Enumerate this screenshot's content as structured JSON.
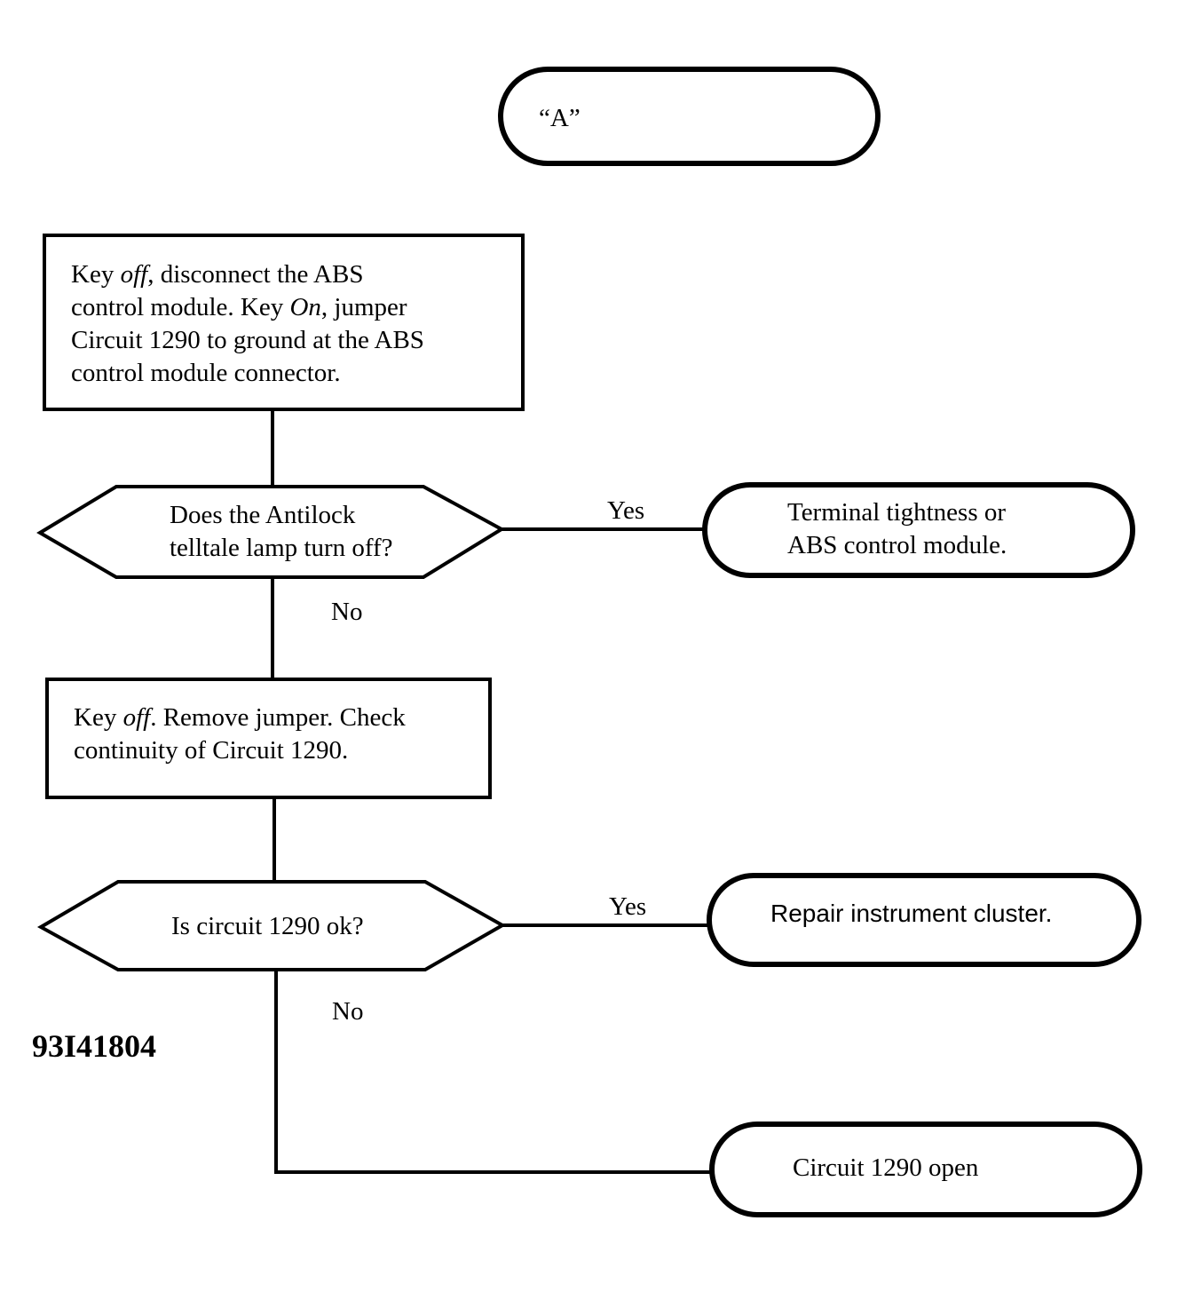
{
  "start": {
    "label": "“A”"
  },
  "step1": {
    "lines": [
      [
        {
          "t": "Key "
        },
        {
          "t": "off",
          "i": true
        },
        {
          "t": ", disconnect the ABS"
        }
      ],
      [
        {
          "t": "control module. Key "
        },
        {
          "t": "On",
          "i": true
        },
        {
          "t": ", jumper"
        }
      ],
      [
        {
          "t": "Circuit 1290 to ground at the ABS"
        }
      ],
      [
        {
          "t": "control module connector."
        }
      ]
    ]
  },
  "decision1": {
    "lines": [
      "Does the Antilock",
      "telltale lamp turn off?"
    ],
    "yes_label": "Yes",
    "no_label": "No"
  },
  "result1": {
    "lines": [
      "Terminal tightness or",
      "ABS control module."
    ]
  },
  "step2": {
    "lines": [
      [
        {
          "t": "Key "
        },
        {
          "t": "off",
          "i": true
        },
        {
          "t": ". Remove jumper. Check"
        }
      ],
      [
        {
          "t": "continuity of Circuit 1290."
        }
      ]
    ]
  },
  "decision2": {
    "lines": [
      "Is circuit 1290 ok?"
    ],
    "yes_label": "Yes",
    "no_label": "No"
  },
  "result2": {
    "lines": [
      "Repair instrument cluster."
    ]
  },
  "result3": {
    "lines": [
      "Circuit 1290 open"
    ]
  },
  "figure_id": "93I41804"
}
